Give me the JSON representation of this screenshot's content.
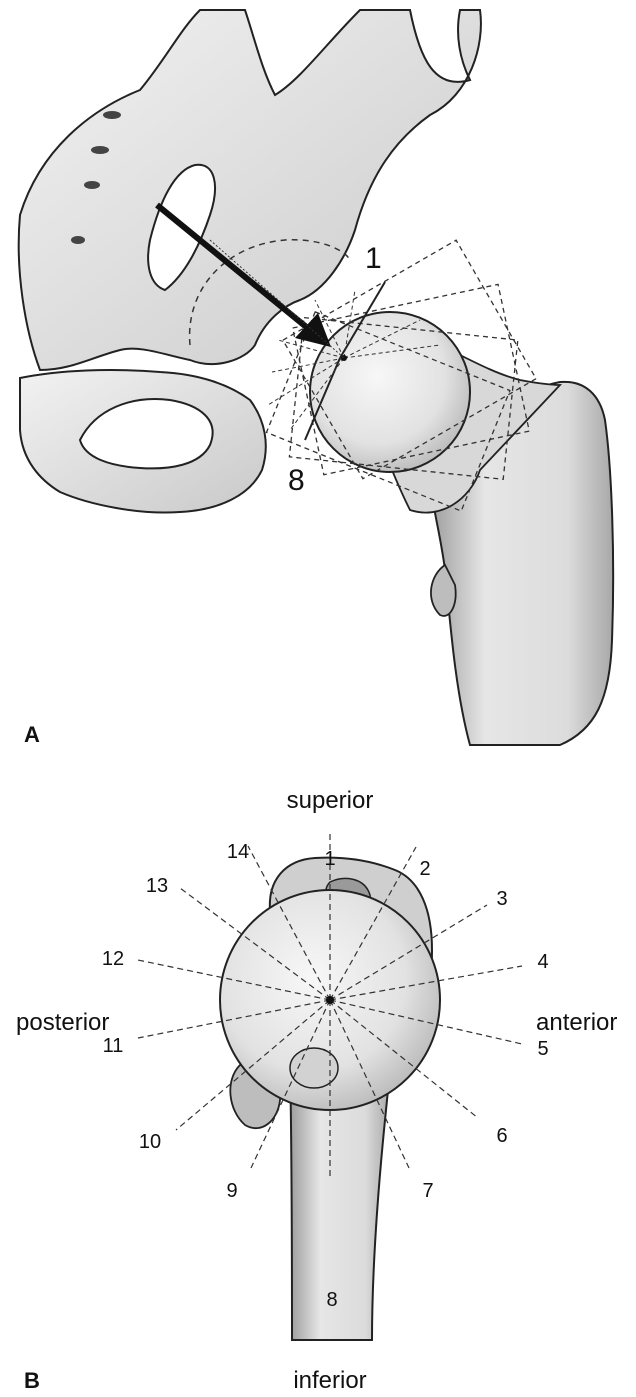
{
  "panel_a": {
    "panel_label": "A",
    "plane_labels": {
      "first": "1",
      "last": "8"
    }
  },
  "panel_b": {
    "panel_label": "B",
    "directions": {
      "superior": "superior",
      "inferior": "inferior",
      "posterior": "posterior",
      "anterior": "anterior"
    },
    "plane_numbers": [
      "1",
      "2",
      "3",
      "4",
      "5",
      "6",
      "7",
      "8",
      "9",
      "10",
      "11",
      "12",
      "13",
      "14"
    ]
  },
  "colors": {
    "line": "#222222",
    "bone_shade": "#bfbfbf",
    "head_fill": "#e9e9e9"
  }
}
